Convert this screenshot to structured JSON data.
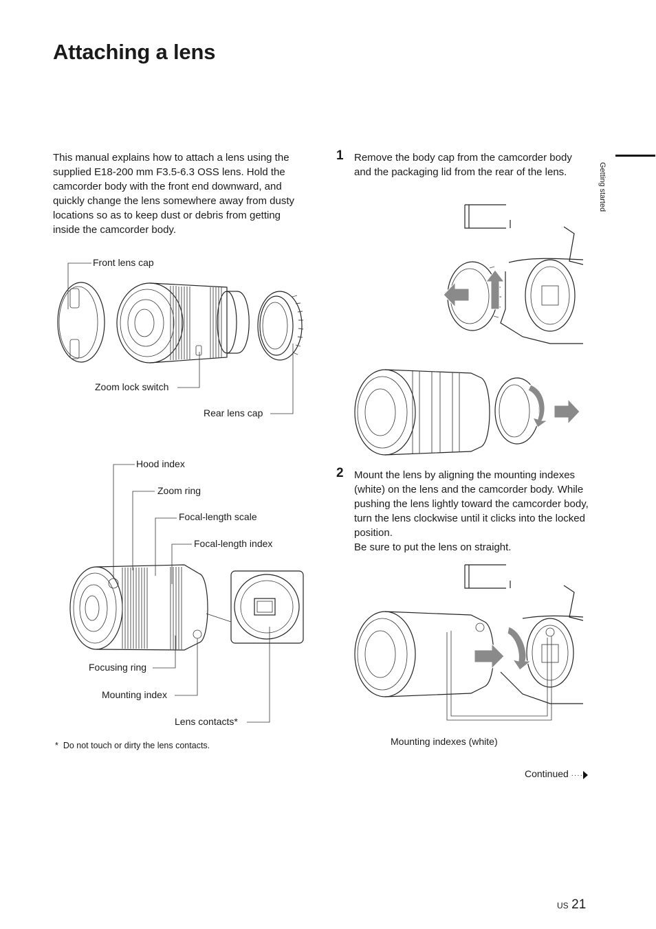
{
  "title": "Attaching a lens",
  "intro": "This manual explains how to attach a lens using the supplied E18-200 mm F3.5-6.3 OSS lens. Hold the camcorder body with the front end downward, and quickly change the lens somewhere away from dusty locations so as to keep dust or debris from getting inside the camcorder body.",
  "labels": {
    "front_lens_cap": "Front lens cap",
    "zoom_lock_switch": "Zoom lock switch",
    "rear_lens_cap": "Rear lens cap",
    "hood_index": "Hood index",
    "zoom_ring": "Zoom ring",
    "focal_length_scale": "Focal-length scale",
    "focal_length_index": "Focal-length index",
    "focusing_ring": "Focusing ring",
    "mounting_index": "Mounting index",
    "lens_contacts": "Lens contacts",
    "lens_contacts_mark": "*",
    "mounting_indexes_white": "Mounting indexes (white)"
  },
  "footnote": {
    "mark": "*",
    "text": "Do not touch or dirty the lens contacts."
  },
  "steps": [
    {
      "number": "1",
      "text": "Remove the body cap from the camcorder body and the packaging lid from the rear of the lens."
    },
    {
      "number": "2",
      "text_lines": [
        "Mount the lens by aligning the mounting indexes (white) on the lens and the camcorder body. While pushing the lens lightly toward the camcorder body, turn the lens clockwise until it clicks into the locked position.",
        "Be sure to put the lens on straight."
      ]
    }
  ],
  "side_tab": "Getting started",
  "continued": "Continued",
  "page": {
    "region": "US",
    "number": "21"
  },
  "colors": {
    "arrow": "#8a8a8a",
    "tab": "#111111"
  }
}
